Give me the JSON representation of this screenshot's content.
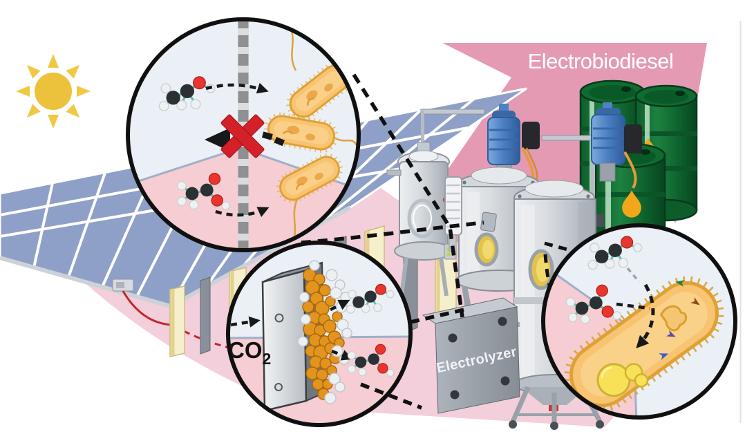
{
  "banner": {
    "label": "Electrobiodiesel",
    "fill": "#e49ab3",
    "text_color": "#ffffff"
  },
  "labels": {
    "electrolyzer": "Electrolyzer",
    "co2_main": "CO",
    "co2_sub": "2"
  },
  "colors": {
    "sun_yellow": "#ecc23c",
    "solar_panel_blue": "#8fa0c8",
    "ground_pink": "#f3cedb",
    "arrow_pink": "#e49ab3",
    "barrel_green": "#137634",
    "oil_drop_orange": "#f2a71b",
    "callout_blue": "#eaf0f6",
    "callout_pink": "#f5cdd2",
    "bacteria_orange": "#f8c472",
    "catalyst_orange": "#e3941d",
    "cross_red": "#d42028",
    "motor_blue": "#4d82c4",
    "electrolyzer_plate_cream": "#f5efcc"
  }
}
